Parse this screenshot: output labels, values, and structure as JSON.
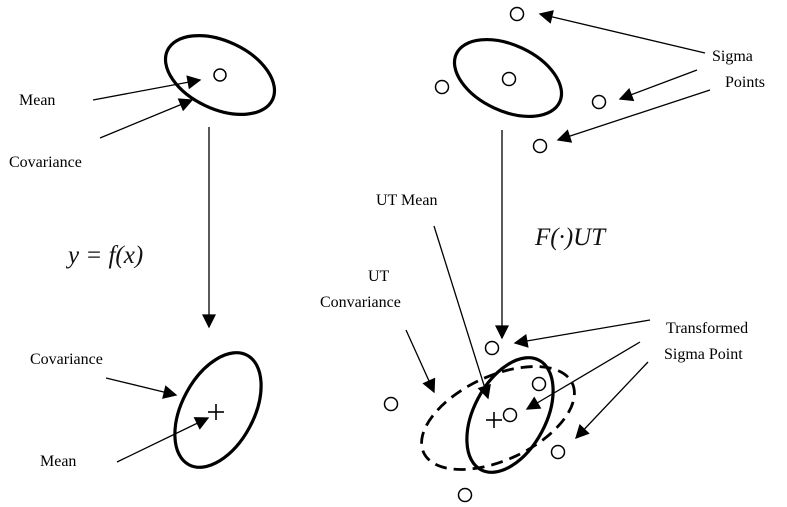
{
  "left": {
    "mean_top": "Mean",
    "covariance_top": "Covariance",
    "transform": "y = f(x)",
    "covariance_bottom": "Covariance",
    "mean_bottom": "Mean"
  },
  "right": {
    "sigma_points": [
      "Sigma",
      "Points"
    ],
    "transform": "F(·)UT",
    "ut_mean": "UT Mean",
    "ut_covariance": [
      "UT",
      "Convariance"
    ],
    "transformed_sigma_point": [
      "Transformed",
      "Sigma Point"
    ]
  }
}
